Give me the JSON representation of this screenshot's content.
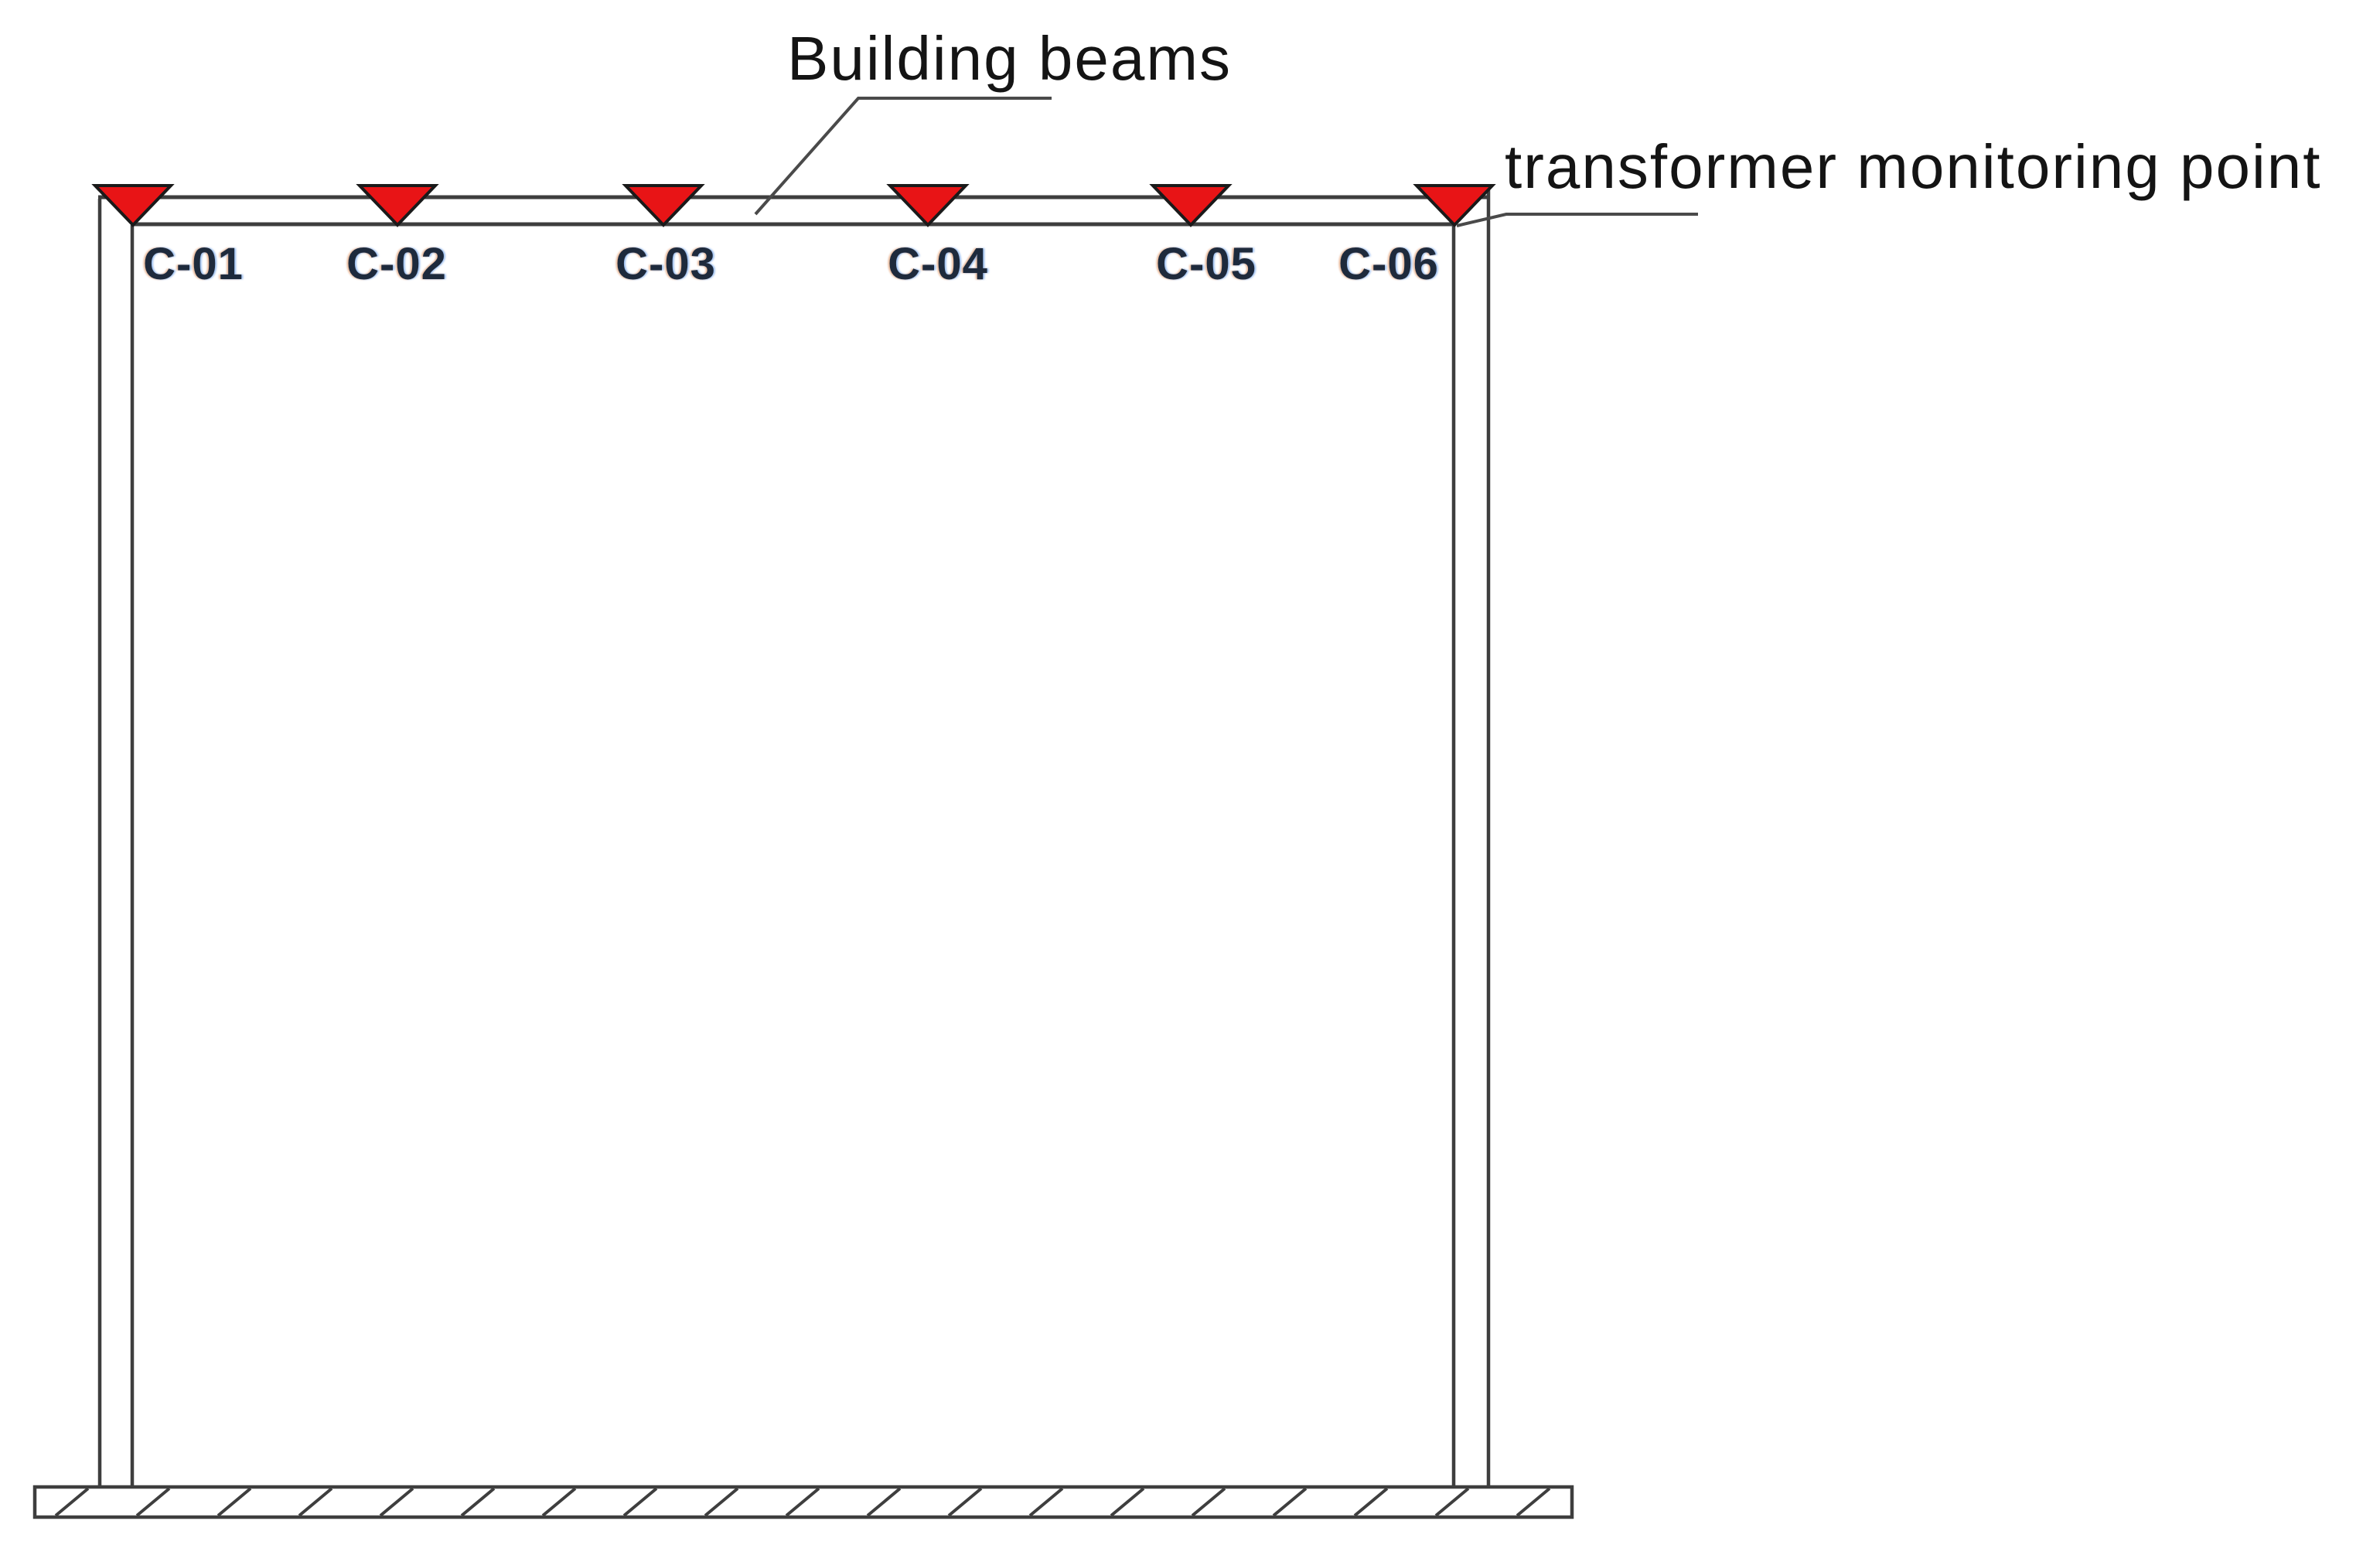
{
  "diagram": {
    "beam_label": "Building beams",
    "annotation_label": "transformer monitoring point",
    "monitoring_points": [
      {
        "label": "C-01"
      },
      {
        "label": "C-02"
      },
      {
        "label": "C-03"
      },
      {
        "label": "C-04"
      },
      {
        "label": "C-05"
      },
      {
        "label": "C-06"
      }
    ],
    "colors": {
      "background": "#ffffff",
      "line": "#3e3e3e",
      "leader_line": "#4a4a4a",
      "marker_fill": "#e81416",
      "marker_stroke": "#1a1a1a",
      "point_label_text": "#1e2a3c",
      "annotation_text": "#141414"
    }
  }
}
